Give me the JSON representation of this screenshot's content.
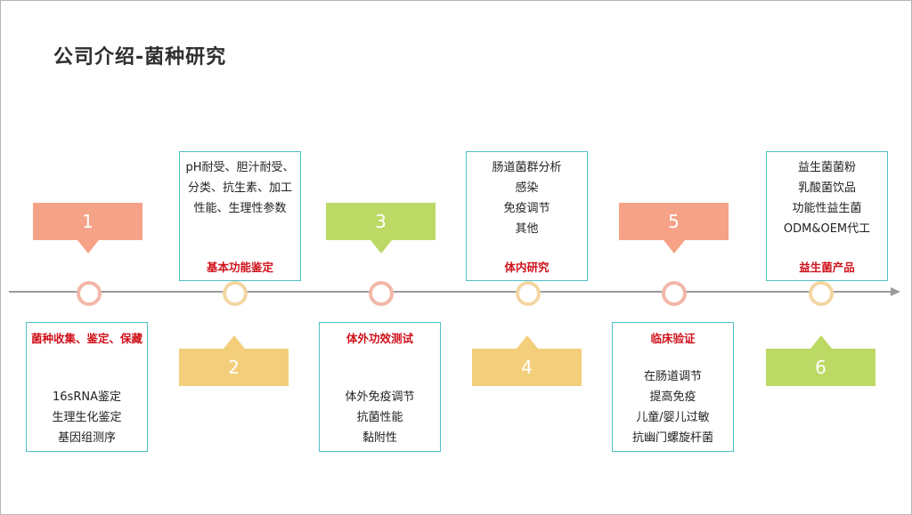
{
  "title": "公司介绍-菌种研究",
  "colors": {
    "salmon": "#f6a287",
    "green": "#bcd965",
    "yellow": "#f3cf7b",
    "box_border": "#4fc0c7",
    "heading_red": "#d0121b"
  },
  "steps": [
    {
      "number": "1",
      "heading": "菌种收集、鉴定、保藏",
      "lines": [
        "16sRNA鉴定",
        "生理生化鉴定",
        "基因组测序"
      ]
    },
    {
      "number": "2",
      "heading": "基本功能鉴定",
      "lines": [
        "pH耐受、胆汁耐受、",
        "分类、抗生素、加工",
        "性能、生理性参数"
      ]
    },
    {
      "number": "3",
      "heading": "体外功效测试",
      "lines": [
        "体外免疫调节",
        "抗菌性能",
        "黏附性"
      ]
    },
    {
      "number": "4",
      "heading": "体内研究",
      "lines": [
        "肠道菌群分析",
        "感染",
        "免疫调节",
        "其他"
      ]
    },
    {
      "number": "5",
      "heading": "临床验证",
      "lines": [
        "在肠道调节",
        "提高免疫",
        "儿童/婴儿过敏",
        "抗幽门螺旋杆菌"
      ]
    },
    {
      "number": "6",
      "heading": "益生菌产品",
      "lines": [
        "益生菌菌粉",
        "乳酸菌饮品",
        "功能性益生菌",
        "ODM&OEM代工"
      ]
    }
  ]
}
